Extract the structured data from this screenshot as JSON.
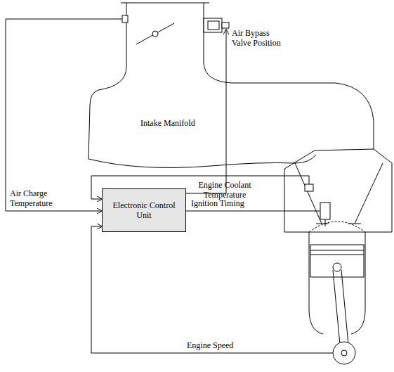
{
  "diagram": {
    "nodes": [
      {
        "text": [
          "Electronic Control Unit"
        ]
      }
    ],
    "labels": [
      "Air Bypass Valve Position",
      "Intake Manifold",
      "Engine Coolant Temperature",
      "Air Charge Temperature",
      "Ignition Timing",
      "Engine Speed"
    ]
  }
}
